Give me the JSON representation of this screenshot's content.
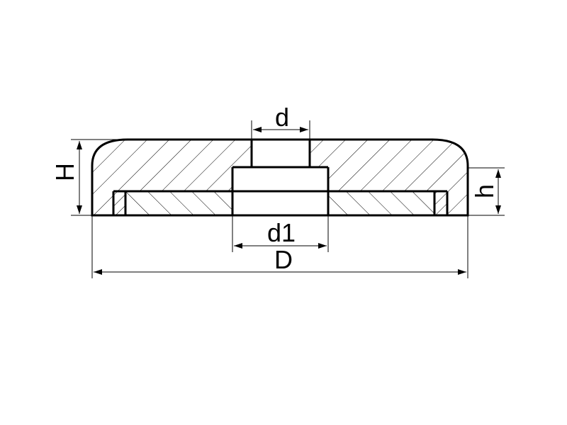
{
  "drawing": {
    "labels": {
      "d": "d",
      "d1": "d1",
      "D": "D",
      "H": "H",
      "h": "h"
    }
  },
  "colors": {
    "line": "#000000",
    "background": "#ffffff"
  }
}
